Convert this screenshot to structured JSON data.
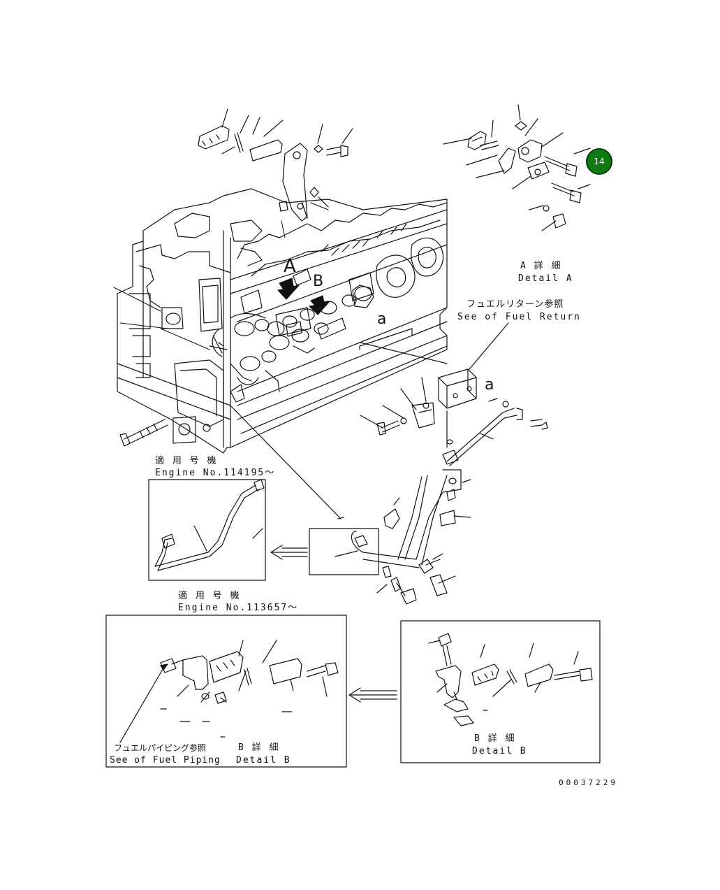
{
  "badge": {
    "number": "14",
    "color": "#0f7a12"
  },
  "callouts": {
    "A": "A",
    "B": "B",
    "a_main": "a",
    "a_block": "a"
  },
  "detail_a": {
    "jp": "A 詳 細",
    "en": "Detail A"
  },
  "fuel_return": {
    "jp": "フュエルリターン参照",
    "en": "See of Fuel Return"
  },
  "applicable_1": {
    "jp": "適 用 号 機",
    "en": "Engine No.114195～"
  },
  "applicable_2": {
    "jp": "適 用 号 機",
    "en": "Engine No.113657～"
  },
  "fuel_piping": {
    "jp": "フュエルパイピング参照",
    "en": "See of Fuel Piping"
  },
  "detail_b_left": {
    "jp": "B 詳 細",
    "en": "Detail B"
  },
  "detail_b_right": {
    "jp": "B 詳 細",
    "en": "Detail B"
  },
  "document_number": "00037229"
}
